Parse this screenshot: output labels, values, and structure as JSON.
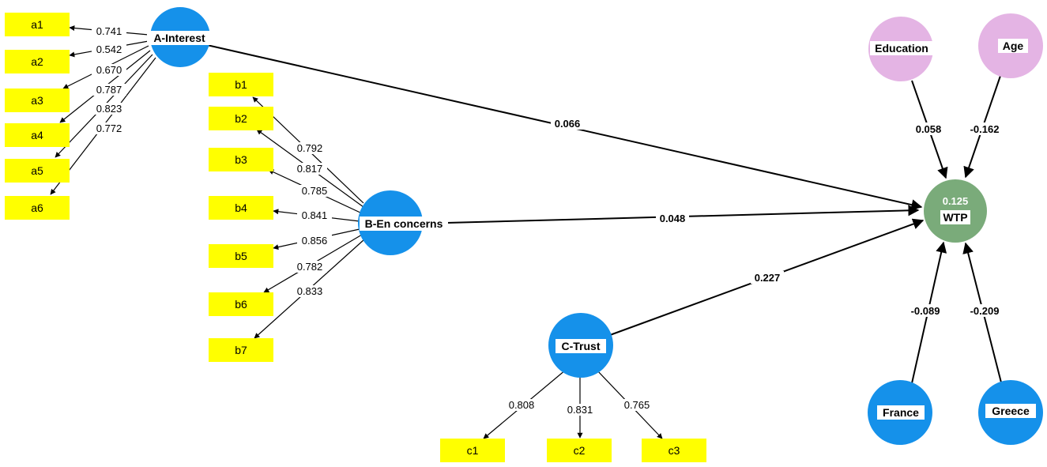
{
  "constructs": {
    "interest": "A-Interest",
    "concerns": "B-En concerns",
    "trust": "C-Trust",
    "wtp": "WTP",
    "wtp_r2": "0.125",
    "education": "Education",
    "age": "Age",
    "france": "France",
    "greece": "Greece"
  },
  "indicators": {
    "a": [
      "a1",
      "a2",
      "a3",
      "a4",
      "a5",
      "a6"
    ],
    "b": [
      "b1",
      "b2",
      "b3",
      "b4",
      "b5",
      "b6",
      "b7"
    ],
    "c": [
      "c1",
      "c2",
      "c3"
    ]
  },
  "loadings": {
    "a": [
      "0.741",
      "0.542",
      "0.670",
      "0.787",
      "0.823",
      "0.772"
    ],
    "b": [
      "0.792",
      "0.817",
      "0.785",
      "0.841",
      "0.856",
      "0.782",
      "0.833"
    ],
    "c": [
      "0.808",
      "0.831",
      "0.765"
    ]
  },
  "paths": {
    "interest_wtp": "0.066",
    "concerns_wtp": "0.048",
    "trust_wtp": "0.227",
    "education_wtp": "0.058",
    "age_wtp": "-0.162",
    "france_wtp": "-0.089",
    "greece_wtp": "-0.209"
  },
  "colors": {
    "construct": "#1591ea",
    "wtp": "#7aab7a",
    "control_top": "#e4b4e4",
    "indicator": "#ffff00"
  }
}
